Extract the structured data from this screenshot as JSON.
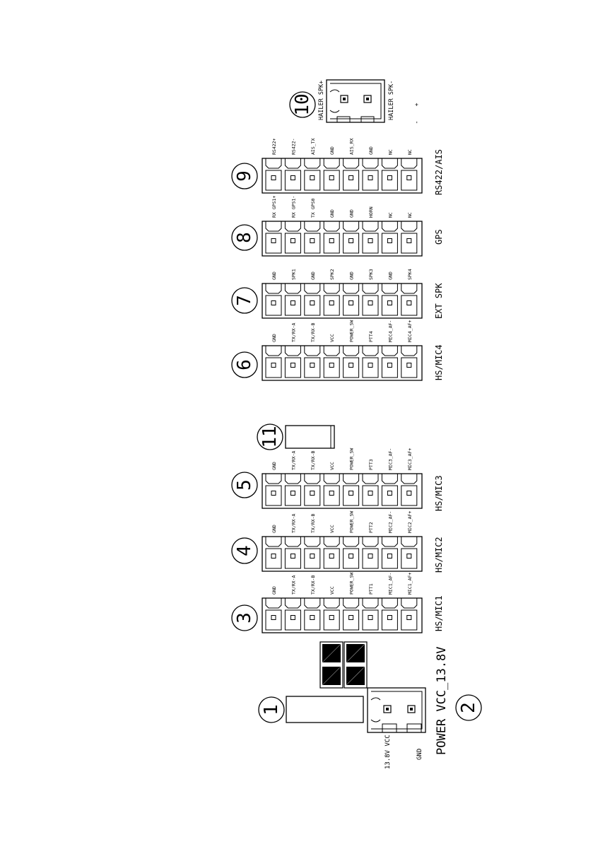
{
  "connectors": {
    "c1": {
      "number": "1"
    },
    "c2": {
      "number": "2",
      "title": "POWER VCC_13.8V",
      "pins": [
        "13.8V VCC",
        "GND"
      ]
    },
    "c3": {
      "number": "3",
      "title": "HS/MIC1",
      "pins": [
        "GND",
        "TX/RX-A",
        "TX/RX-B",
        "VCC",
        "POWER_SW",
        "PTT1",
        "MIC1_AF-",
        "MIC1_AF+"
      ]
    },
    "c4": {
      "number": "4",
      "title": "HS/MIC2",
      "pins": [
        "GND",
        "TX/RX-A",
        "TX/RX-B",
        "VCC",
        "POWER_SW",
        "PTT2",
        "MIC2_AF-",
        "MIC2_AF+"
      ]
    },
    "c5": {
      "number": "5",
      "title": "HS/MIC3",
      "pins": [
        "GND",
        "TX/RX-A",
        "TX/RX-B",
        "VCC",
        "POWER_SW",
        "PTT3",
        "MIC3_AF-",
        "MIC3_AF+"
      ]
    },
    "c6": {
      "number": "6",
      "title": "HS/MIC4",
      "pins": [
        "GND",
        "TX/RX-A",
        "TX/RX-B",
        "VCC",
        "POWER_SW",
        "PTT4",
        "MIC4_AF-",
        "MIC4_AF+"
      ]
    },
    "c7": {
      "number": "7",
      "title": "EXT SPK",
      "pins": [
        "GND",
        "SPK1",
        "GND",
        "SPK2",
        "GND",
        "SPK3",
        "GND",
        "SPK4"
      ]
    },
    "c8": {
      "number": "8",
      "title": "GPS",
      "pins": [
        "RX GPS1+",
        "RX GPS1-",
        "TX GPS0",
        "GND",
        "GND",
        "HORN",
        "NC",
        "NC"
      ]
    },
    "c9": {
      "number": "9",
      "title": "RS422/AIS",
      "pins": [
        "RS422+",
        "RS422-",
        "AIS_TX",
        "GND",
        "AIS_RX",
        "GND",
        "NC",
        "NC"
      ]
    },
    "c10": {
      "number": "10",
      "pins": [
        "HAILER SPK+",
        "HAILER SPK-"
      ],
      "signs": [
        "+",
        "-"
      ]
    },
    "c11": {
      "number": "11"
    }
  }
}
